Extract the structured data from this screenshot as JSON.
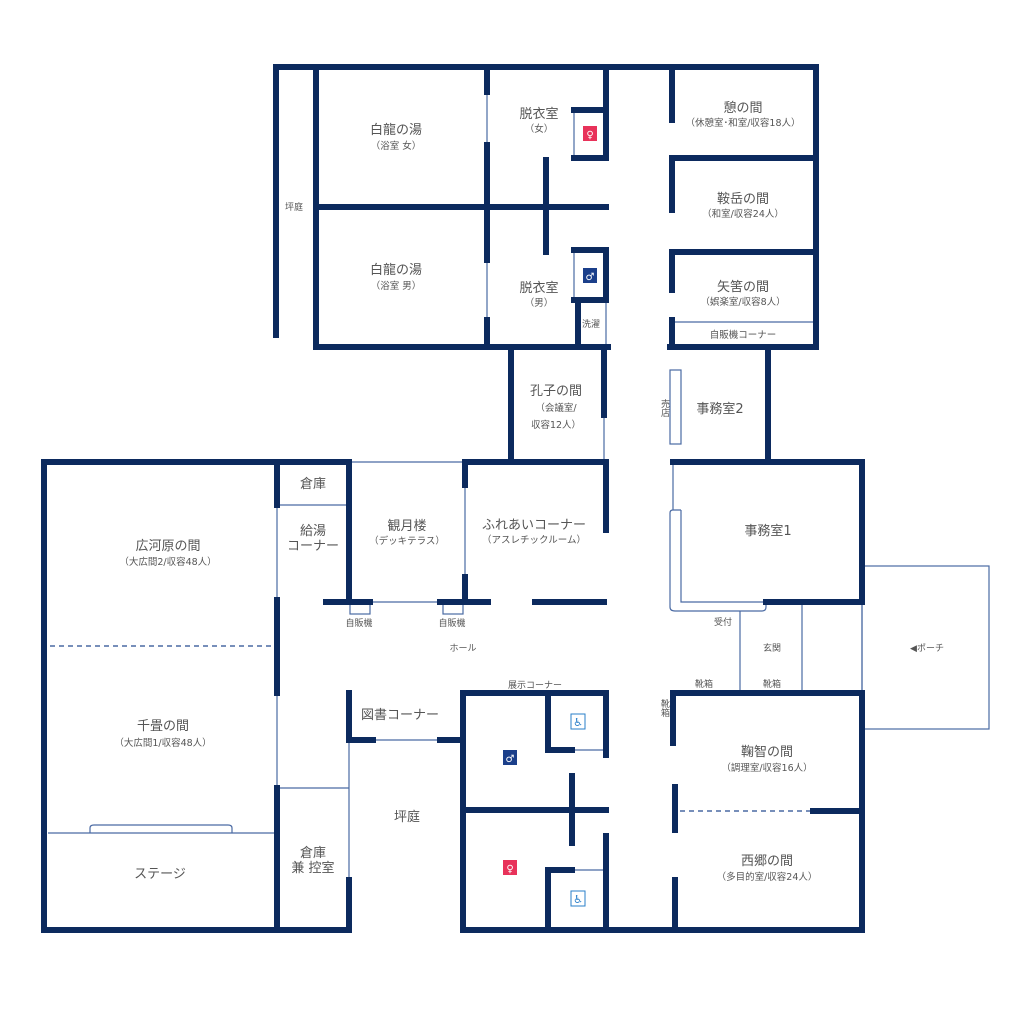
{
  "rooms": {
    "hakuryu_f": {
      "name": "白龍の湯",
      "sub": "（浴室 女）"
    },
    "hakuryu_m": {
      "name": "白龍の湯",
      "sub": "（浴室 男）"
    },
    "datsui_f": {
      "name": "脱衣室",
      "sub": "（女）"
    },
    "datsui_m": {
      "name": "脱衣室",
      "sub": "（男）"
    },
    "sentaku": "洗濯",
    "tsuboniwa_top": "坪庭",
    "ikoi": {
      "name": "憩の間",
      "sub": "（休憩室･和室/収容18人）"
    },
    "kuradake": {
      "name": "鞍岳の間",
      "sub": "（和室/収容24人）"
    },
    "yahazu": {
      "name": "矢筈の間",
      "sub": "（娯楽室/収容8人）"
    },
    "vending_corner": "自販機コーナー",
    "koshi": {
      "name": "孔子の間",
      "sub1": "（会議室/",
      "sub2": "収容12人）"
    },
    "baiten": "売店",
    "jimu2": "事務室2",
    "jimu1": "事務室1",
    "souko_top": "倉庫",
    "kyuto": {
      "l1": "給湯",
      "l2": "コーナー"
    },
    "kangetsu": {
      "name": "観月楼",
      "sub": "（デッキテラス）"
    },
    "fureai": {
      "name": "ふれあいコーナー",
      "sub": "（アスレチックルーム）"
    },
    "hirokawara": {
      "name": "広河原の間",
      "sub": "（大広間2/収容48人）"
    },
    "senjo": {
      "name": "千畳の間",
      "sub": "（大広間1/収容48人）"
    },
    "stage": "ステージ",
    "souko_ctrl": {
      "l1": "倉庫",
      "l2": "兼 控室"
    },
    "vending1": "自販機",
    "vending2": "自販機",
    "hall": "ホール",
    "tenji": "展示コーナー",
    "tosho": "図書コーナー",
    "tsuboniwa_bottom": "坪庭",
    "uketsuke": "受付",
    "genkan": "玄関",
    "kutsubako1": "靴箱",
    "kutsubako2": "靴箱",
    "kutsubako3": "靴箱",
    "porch": "◀ポーチ",
    "kikuchi": {
      "name": "鞠智の間",
      "sub": "（調理室/収容16人）"
    },
    "saigo": {
      "name": "西郷の間",
      "sub": "（多目的室/収容24人）"
    }
  },
  "colors": {
    "wall": "#0c2a5e",
    "female": "#e8325a",
    "male": "#1b3f8a",
    "accessible": "#2a7fc9"
  }
}
